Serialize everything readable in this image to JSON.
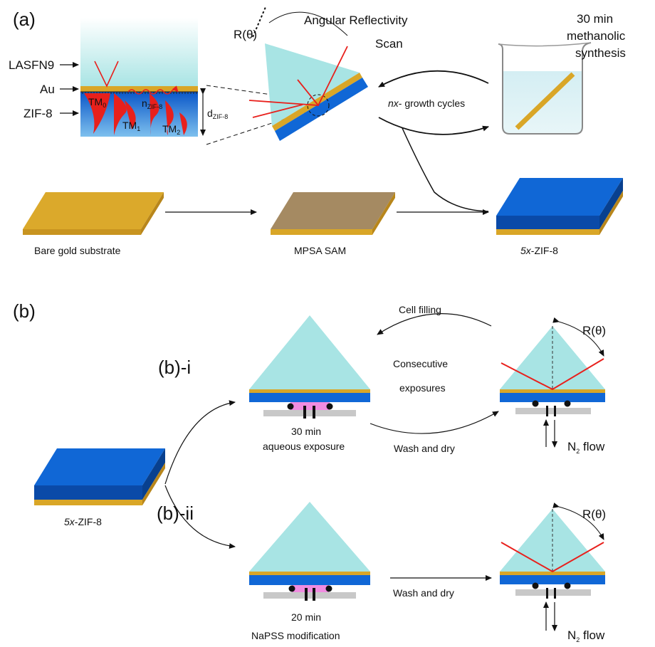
{
  "panel_a": {
    "tag": "(a)",
    "layers": {
      "lasfn9": "LASFN9",
      "au": "Au",
      "zif8": "ZIF-8"
    },
    "modes": {
      "tm0": "TM",
      "tm0_sub": "0",
      "tm1": "TM",
      "tm1_sub": "1",
      "tm2": "TM",
      "tm2_sub": "2"
    },
    "n_label": "n",
    "n_sub": "ZIF-8",
    "d_label": "d",
    "d_sub": "ZIF-8",
    "r_theta": "R(θ)",
    "angular_line1": "Angular Reflectivity",
    "angular_line2": "Scan",
    "synthesis": [
      "30 min",
      "methanolic",
      "synthesis"
    ],
    "growth_italic": "nx",
    "growth_rest": "- growth cycles",
    "bare": "Bare gold substrate",
    "mpsa": "MPSA SAM",
    "zif_italic": "5x",
    "zif_rest": "-ZIF-8"
  },
  "panel_b": {
    "tag": "(b)",
    "bi": "(b)-i",
    "bii": "(b)-ii",
    "cell_filling": "Cell filling",
    "consecutive": "Consecutive",
    "exposures": "exposures",
    "aq1": "30 min",
    "aq2": "aqueous exposure",
    "wash1": "Wash and dry",
    "wash2": "Wash and dry",
    "na1": "20 min",
    "na2": "NaPSS modification",
    "r_theta_1": "R(θ)",
    "r_theta_2": "R(θ)",
    "n2_1": "N",
    "n2_1_sub": "2",
    "n2_1_rest": " flow",
    "n2_2": "N",
    "n2_2_sub": "2",
    "n2_2_rest": " flow",
    "zif_italic": "5x",
    "zif_rest": "-ZIF-8"
  },
  "colors": {
    "gold": "#d9a627",
    "gold_dark": "#b8861b",
    "zif_blue": "#1067d6",
    "zif_dark": "#0a4aa8",
    "prism": "#a8e4e4",
    "mpsa": "#a58a62",
    "red": "#e8201c",
    "pink": "#f08ce0",
    "holder": "#c8c8c8"
  }
}
